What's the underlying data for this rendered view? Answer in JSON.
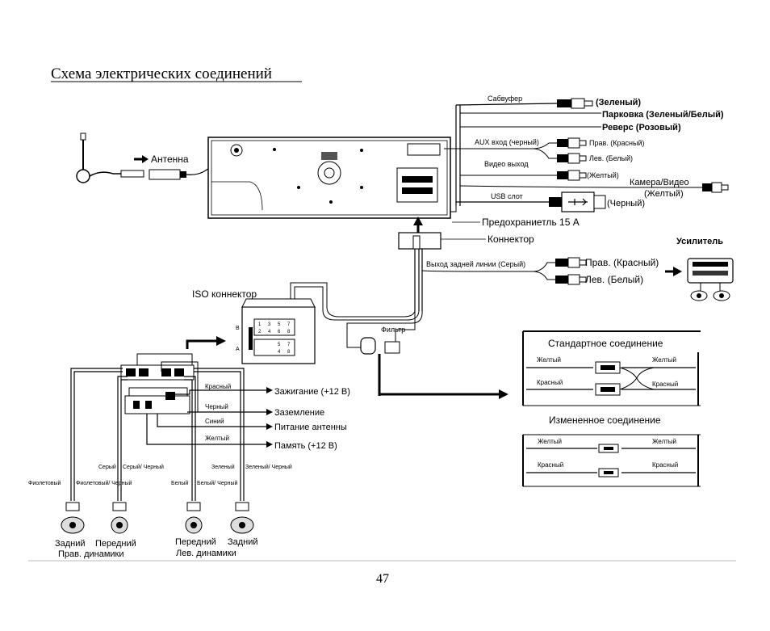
{
  "title": "Схема электрических соединений",
  "page_number": "47",
  "head_unit": {
    "antenna": "Антенна",
    "subwoofer": "Сабвуфер",
    "subwoofer_color": "(Зеленый)",
    "parking": "Парковка (Зеленый/Белый)",
    "reverse": "Реверс (Розовый)",
    "aux_in": "AUX вход (черный)",
    "aux_right": "Прав. (Красный)",
    "aux_left": "Лев. (Белый)",
    "video_out": "Видео выход",
    "video_out_color": "(Желтый)",
    "camera": "Камера/Видео",
    "camera_color": "(Желтый)",
    "usb": "USB слот",
    "usb_color": "(Черный)",
    "fuse": "Предохраниетль 15 А",
    "connector": "Коннектор",
    "amplifier": "Усилитель",
    "rear_line_out": "Выход задней линии (Серый)",
    "rear_right": "Прав. (Красный)",
    "rear_left": "Лев. (Белый)",
    "filter": "Фильтр",
    "iso_connector": "ISO коннектор",
    "iso_b": "B",
    "iso_a": "A",
    "iso_b_pins": [
      "1",
      "3",
      "5",
      "7",
      "2",
      "4",
      "6",
      "8"
    ],
    "iso_a_pins": [
      "5",
      "7",
      "4",
      "8"
    ]
  },
  "power_wires": {
    "red": "Красный",
    "ignition": "Зажигание (+12 В)",
    "black": "Черный",
    "ground": "Заземление",
    "blue": "Синий",
    "antenna_power": "Питание антенны",
    "yellow": "Желтый",
    "memory": "Память (+12 В)"
  },
  "speakers": {
    "gray": "Серый",
    "gray_black": "Серый/ Черный",
    "violet": "Фиолетовый",
    "violet_black": "Фиолетовый/ Черный",
    "white": "Белый",
    "white_black": "Белый/ Черный",
    "green": "Зеленый",
    "green_black": "Зеленый/ Черный",
    "rear_1": "Задний",
    "front_1": "Передний",
    "front_2": "Передний",
    "rear_2": "Задний",
    "right_group": "Прав. динамики",
    "left_group": "Лев. динамики"
  },
  "connection_box": {
    "standard": "Стандартное соединение",
    "modified": "Измененное соединение",
    "yellow": "Желтый",
    "red": "Красный"
  }
}
